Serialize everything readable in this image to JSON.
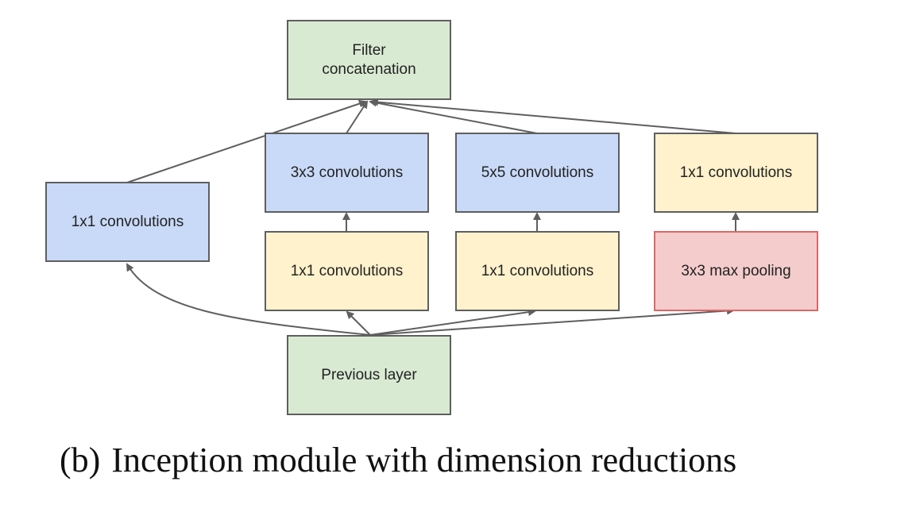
{
  "diagram": {
    "nodes": {
      "concat_line1": "Filter",
      "concat_line2": "concatenation",
      "conv3x3": "3x3 convolutions",
      "conv5x5": "5x5 convolutions",
      "conv1x1_pool_proj": "1x1 convolutions",
      "conv1x1_left": "1x1 convolutions",
      "conv1x1_reduce_3x3": "1x1 convolutions",
      "conv1x1_reduce_5x5": "1x1 convolutions",
      "maxpool": "3x3 max pooling",
      "previous": "Previous layer"
    },
    "colors": {
      "green": "#d9ead3",
      "blue": "#c9daf8",
      "yellow": "#fff2cc",
      "pink": "#f4cccc",
      "pink_border": "#e06666",
      "border": "#5f5f5f",
      "arrow": "#5f5f5f"
    }
  },
  "caption": {
    "tag": "(b)",
    "text": "Inception module with dimension reductions"
  }
}
